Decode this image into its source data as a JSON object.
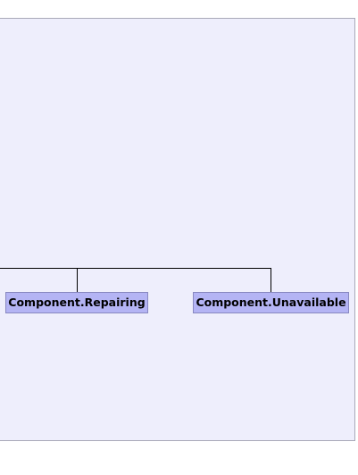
{
  "diagram": {
    "nodes": [
      {
        "id": "repairing",
        "label": "Component.Repairing"
      },
      {
        "id": "unavailable",
        "label": "Component.Unavailable"
      }
    ],
    "colors": {
      "canvas_background": "#eeeefc",
      "canvas_border": "#a9a9b8",
      "node_fill": "#b4b4f4",
      "node_border": "#8888c0",
      "connector": "#000000"
    }
  }
}
